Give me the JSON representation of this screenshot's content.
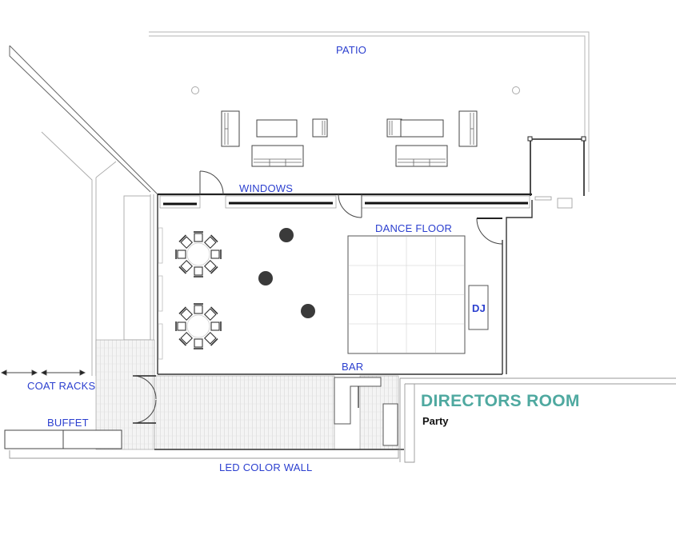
{
  "plan": {
    "title": "DIRECTORS ROOM",
    "subtitle": "Party",
    "colors": {
      "label": "#2b3fcf",
      "title": "#4fa9a0",
      "subtitle": "#111111",
      "wall": "#222222",
      "light_line": "#b0b0b0",
      "column": "#333333"
    },
    "areas": {
      "patio": "PATIO",
      "windows": "WINDOWS",
      "dance_floor": "DANCE FLOOR",
      "dj": "DJ",
      "bar": "BAR",
      "coat_racks": "COAT RACKS",
      "buffet": "BUFFET",
      "led_wall": "LED COLOR WALL"
    },
    "furniture": {
      "round_tables": 2,
      "chairs_per_table": 8,
      "cocktail_tables": 3,
      "patio_lounge_sets": 2,
      "buffet_tables": 2,
      "dance_floor_grid": "4x4"
    }
  }
}
